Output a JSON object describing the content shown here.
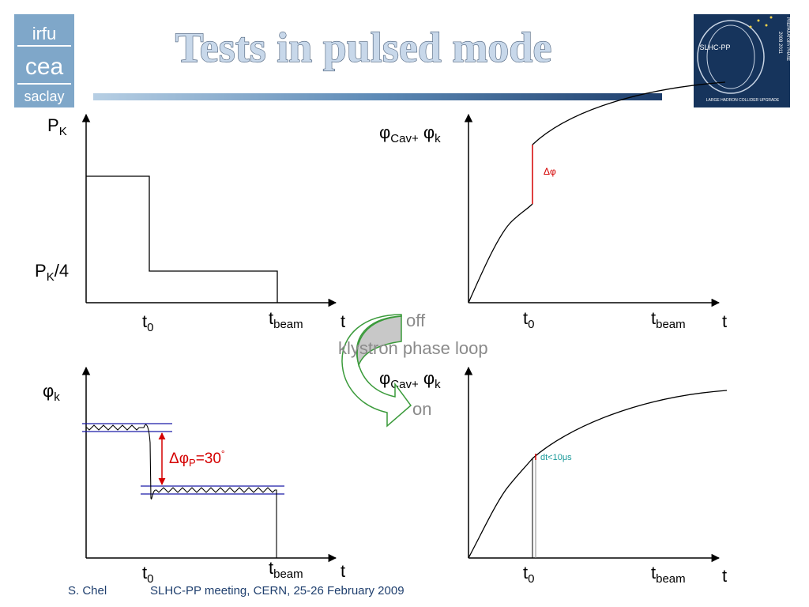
{
  "title": "Tests in pulsed mode",
  "logo_left": {
    "line1": "irfu",
    "line2": "cea",
    "line3": "saclay"
  },
  "logo_right": {
    "name": "SLHC-PP",
    "years": "2008 2011",
    "side": "PREPARATORY PHASE",
    "caption": "LARGE HADRON COLLIDER UPGRADE"
  },
  "colors": {
    "accent_red": "#d40000",
    "accent_blue": "#1a1aa6",
    "teal": "#1a9a9a",
    "title_fill": "#c8d8ea"
  },
  "plot_tl": {
    "y_main": "P",
    "y_sub": "K",
    "level_main": "P",
    "level_sub": "K",
    "level_tail": "/4",
    "t0": "t",
    "t0_sub": "0",
    "tbeam": "t",
    "tbeam_sub": "beam",
    "x": "t"
  },
  "plot_tr": {
    "y_phi1": "φ",
    "y_phi1_sub": "Cav+",
    "y_phi2": " φ",
    "y_phi2_sub": "k",
    "delta": "Δφ",
    "t0": "t",
    "t0_sub": "0",
    "tbeam": "t",
    "tbeam_sub": "beam",
    "x": "t"
  },
  "plot_bl": {
    "y": "φ",
    "y_sub": "k",
    "dphi": "Δφ",
    "dphi_sub": "P",
    "dphi_val": "=30",
    "deg": "°",
    "t0": "t",
    "t0_sub": "0",
    "tbeam": "t",
    "tbeam_sub": "beam",
    "x": "t"
  },
  "plot_br": {
    "y_phi1": "φ",
    "y_phi1_sub": "Cav+",
    "y_phi2": " φ",
    "y_phi2_sub": "k",
    "dt": "dt<10μs",
    "t0": "t",
    "t0_sub": "0",
    "tbeam": "t",
    "tbeam_sub": "beam",
    "x": "t"
  },
  "loop": {
    "off": "off",
    "label": "klystron phase loop",
    "on": "on"
  },
  "footer": {
    "author": "S. Chel",
    "meeting": "SLHC-PP meeting, CERN, 25-26 February 2009"
  }
}
